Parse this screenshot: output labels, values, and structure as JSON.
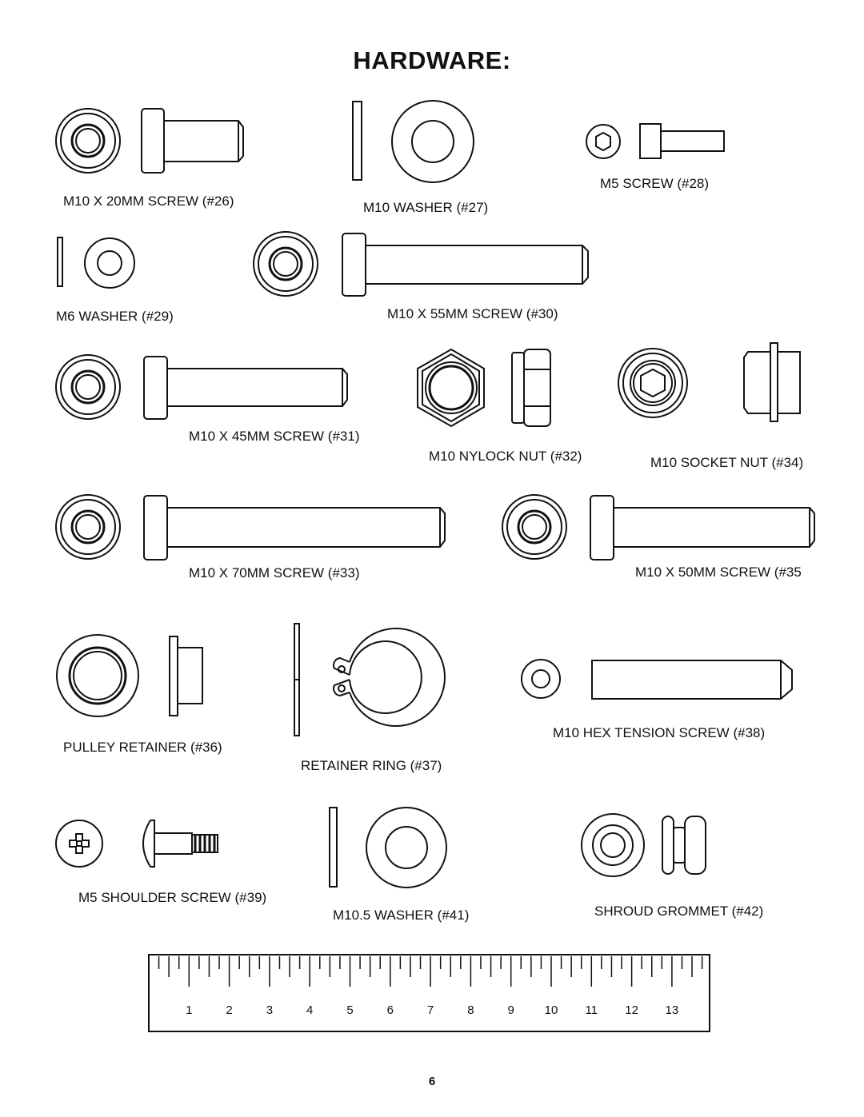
{
  "title": "HARDWARE:",
  "parts": [
    {
      "name": "m10x20-screw",
      "label": "M10 X 20MM SCREW (#26)"
    },
    {
      "name": "m10-washer",
      "label": "M10 WASHER (#27)"
    },
    {
      "name": "m5-screw",
      "label": "M5 SCREW (#28)"
    },
    {
      "name": "m6-washer",
      "label": "M6 WASHER (#29)"
    },
    {
      "name": "m10x55-screw",
      "label": "M10 X 55MM SCREW (#30)"
    },
    {
      "name": "m10x45-screw",
      "label": "M10 X 45MM SCREW (#31)"
    },
    {
      "name": "m10-nylock-nut",
      "label": "M10 NYLOCK NUT (#32)"
    },
    {
      "name": "m10-socket-nut",
      "label": "M10 SOCKET NUT (#34)"
    },
    {
      "name": "m10x70-screw",
      "label": "M10 X 70MM SCREW (#33)"
    },
    {
      "name": "m10x50-screw",
      "label": "M10 X 50MM SCREW (#35"
    },
    {
      "name": "pulley-retainer",
      "label": "PULLEY RETAINER (#36)"
    },
    {
      "name": "retainer-ring",
      "label": "RETAINER RING (#37)"
    },
    {
      "name": "m10-hex-tension-screw",
      "label": "M10 HEX TENSION SCREW (#38)"
    },
    {
      "name": "m5-shoulder-screw",
      "label": "M5 SHOULDER SCREW (#39)"
    },
    {
      "name": "m10-5-washer",
      "label": "M10.5 WASHER (#41)"
    },
    {
      "name": "shroud-grommet",
      "label": "SHROUD GROMMET (#42)"
    }
  ],
  "ruler": {
    "numbers": [
      "1",
      "2",
      "3",
      "4",
      "5",
      "6",
      "7",
      "8",
      "9",
      "10",
      "11",
      "12",
      "13"
    ]
  },
  "page_number": "6"
}
